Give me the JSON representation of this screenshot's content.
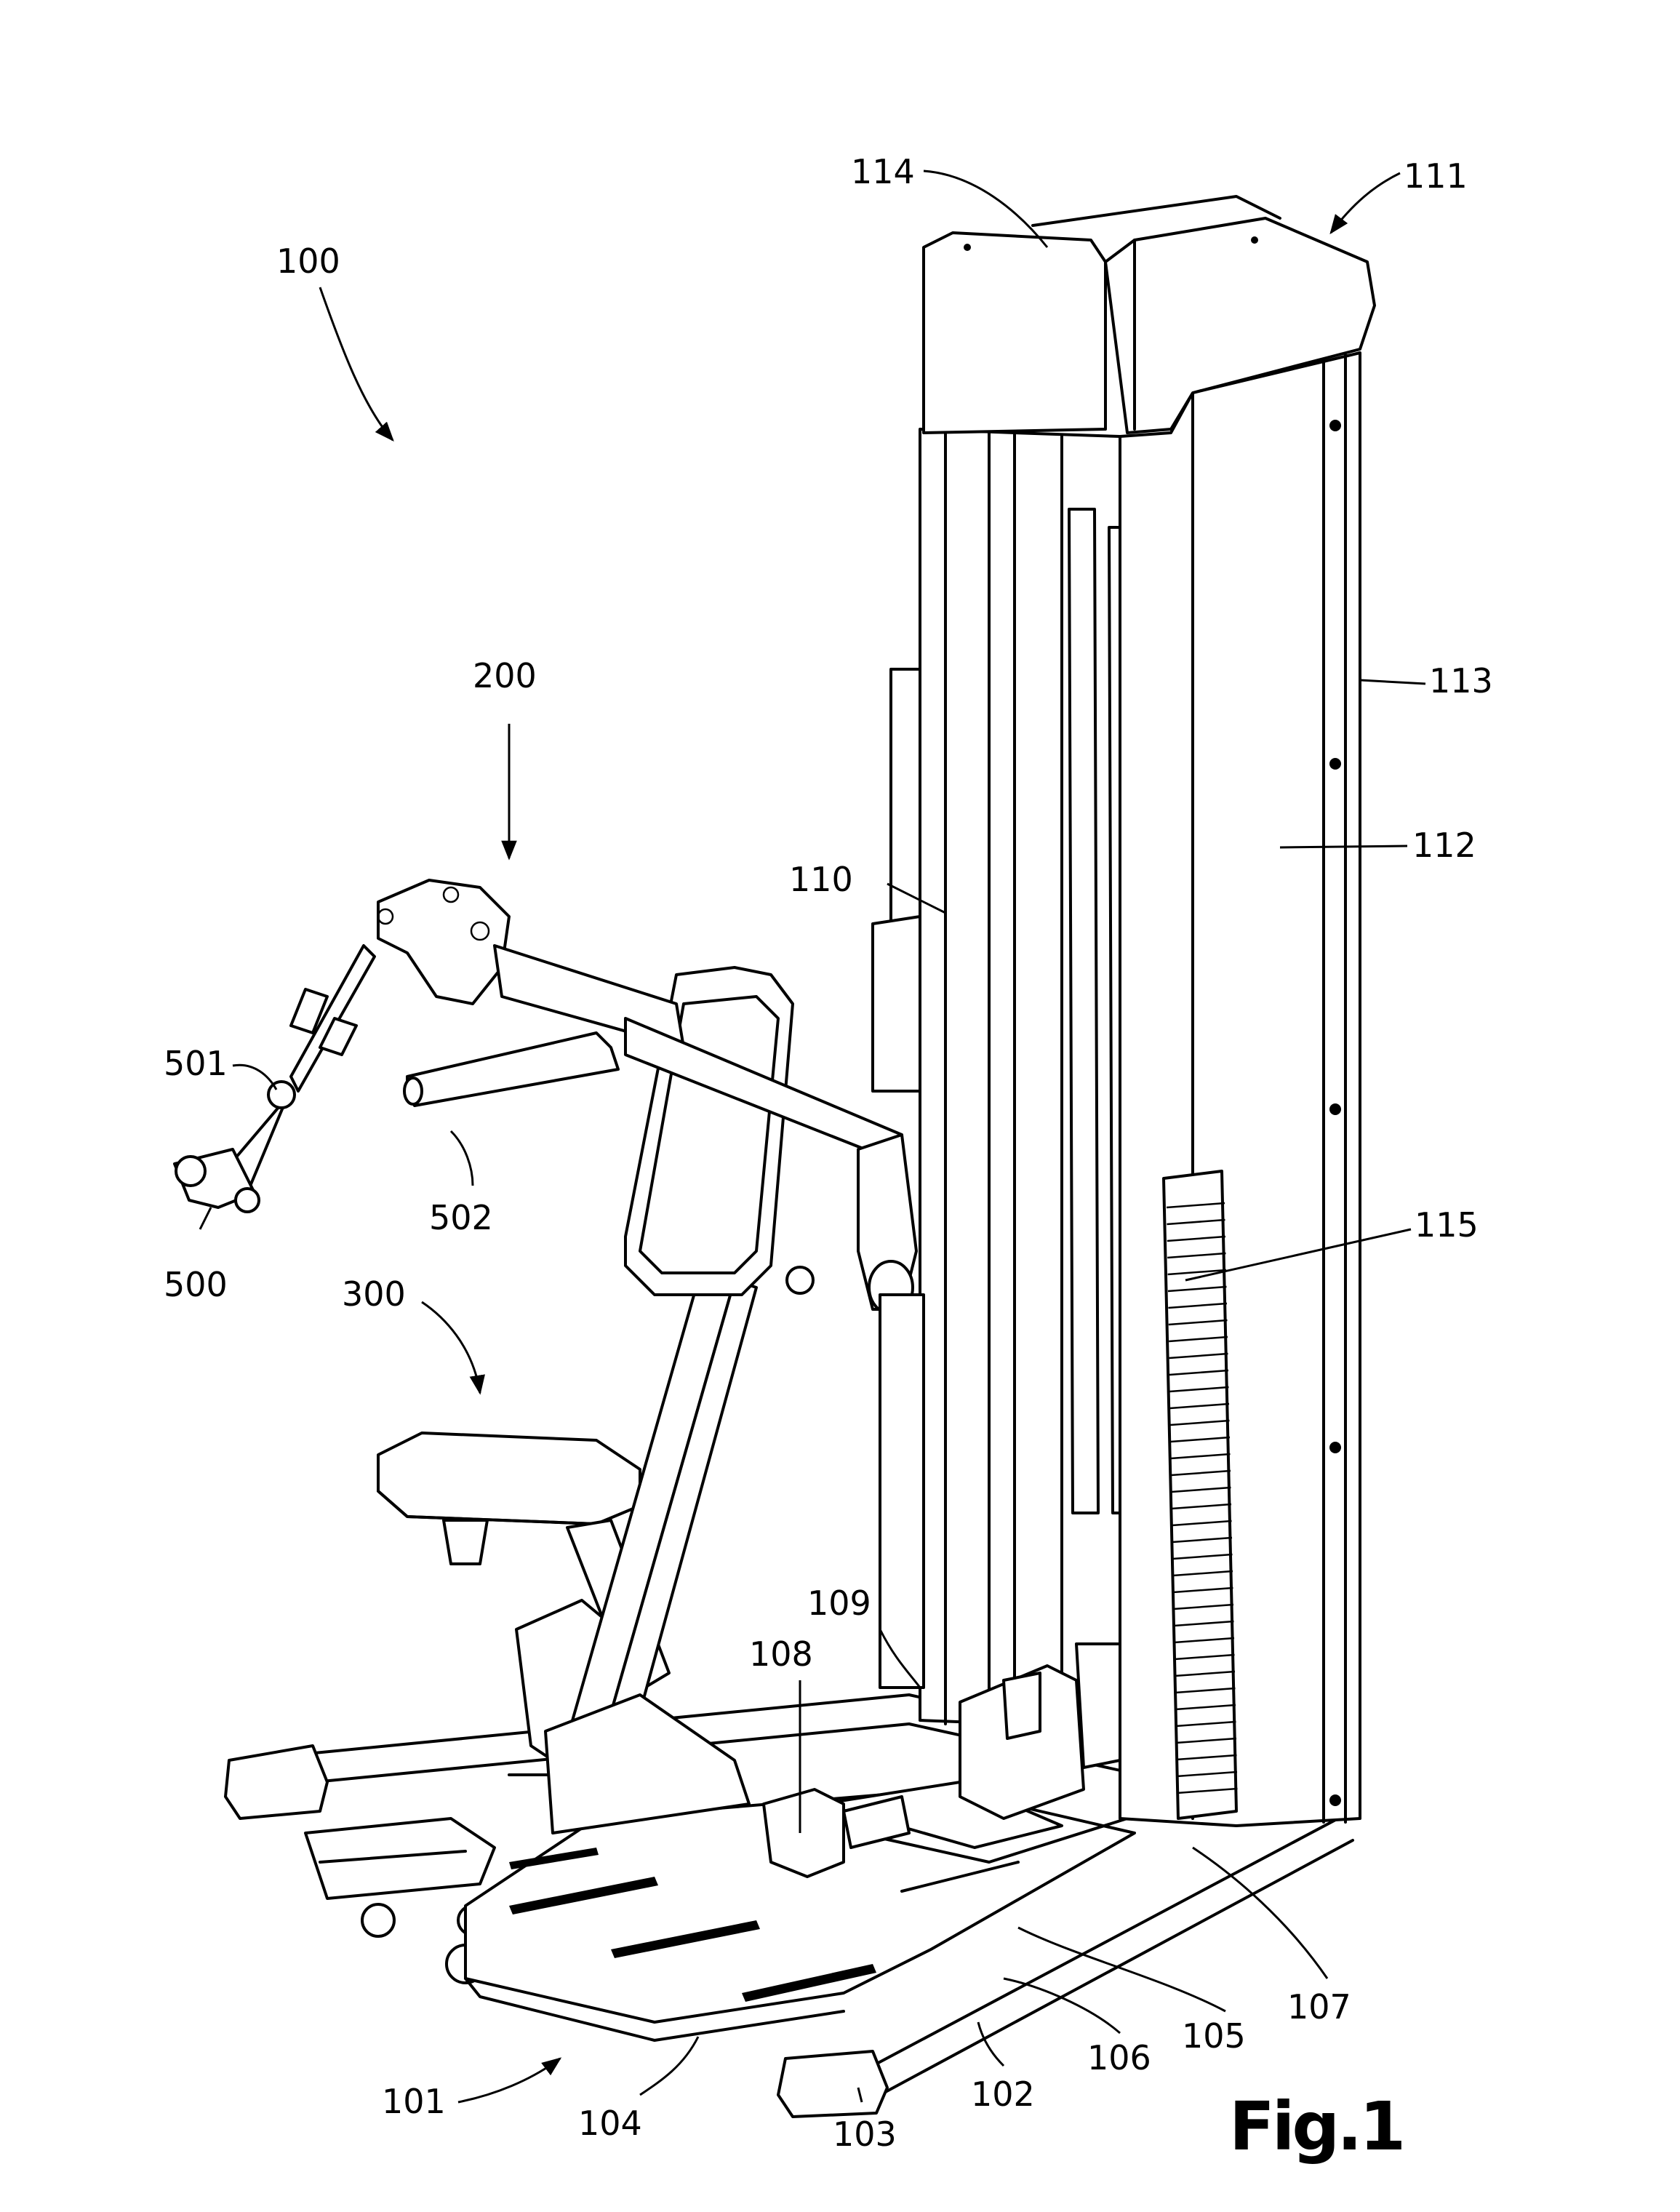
{
  "figure_label": "Fig.1",
  "reference_numerals": {
    "n100": "100",
    "n101": "101",
    "n102": "102",
    "n103": "103",
    "n104": "104",
    "n105": "105",
    "n106": "106",
    "n107": "107",
    "n108": "108",
    "n109": "109",
    "n110": "110",
    "n111": "111",
    "n112": "112",
    "n113": "113",
    "n114": "114",
    "n115": "115",
    "n200": "200",
    "n300": "300",
    "n500": "500",
    "n501": "501",
    "n502": "502"
  }
}
